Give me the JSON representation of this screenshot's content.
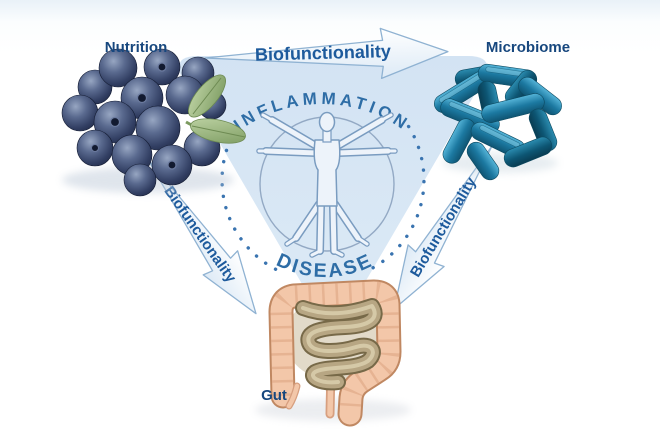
{
  "figure": {
    "labels": {
      "nutrition": "Nutrition",
      "microbiome": "Microbiome",
      "gut": "Gut"
    },
    "arrow_labels": {
      "top": "Biofunctionality",
      "left": "Biofunctionality",
      "right": "Biofunctionality"
    },
    "center": {
      "arc_top": "INFLAMMATION",
      "arc_bottom": "DISEASE"
    },
    "illustrations": [
      "blueberries",
      "bacteria-cluster",
      "vitruvian-man",
      "intestines"
    ],
    "colors": {
      "label_text": "#17477e",
      "arc_text": "#2e6da6",
      "arrow_text": "#1d5a9c",
      "arrow_border": "#8fb2d2",
      "triangle_fill": "#d7e5f3",
      "dots": "#3a74b0",
      "berry": "#323f63",
      "leaf": "#8aa66c",
      "bacteria": "#1c79a1",
      "colon": "#f3c7a9",
      "small_intestine": "#b7a683"
    }
  }
}
